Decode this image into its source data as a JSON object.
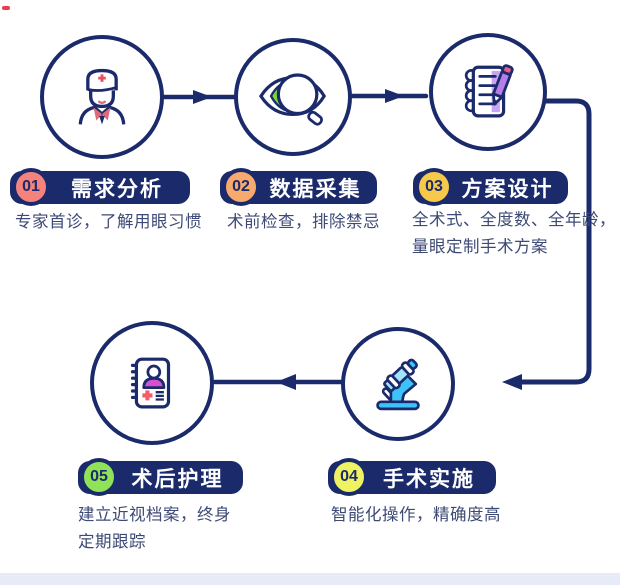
{
  "colors": {
    "navy": "#1b2a6b",
    "description_text": "#3e4a76",
    "footer_strip": "#e7ebf8",
    "icon_red": "#e8505b",
    "icon_salmon": "#e06a78",
    "icon_green": "#7ed63e",
    "icon_purple": "#b57ee8",
    "icon_purple_light": "#c9a4f5",
    "icon_cyan": "#3cc3f7",
    "icon_cyan_light": "#9fe4fc",
    "icon_magenta": "#d94fd0"
  },
  "steps": [
    {
      "number": "01",
      "title": "需求分析",
      "badge_color": "#f5837d",
      "icon": "doctor-icon",
      "desc_lines": [
        "专家首诊，了解用眼习惯"
      ]
    },
    {
      "number": "02",
      "title": "数据采集",
      "badge_color": "#f7a96e",
      "icon": "eye-magnifier-icon",
      "desc_lines": [
        "术前检查，排除禁忌"
      ]
    },
    {
      "number": "03",
      "title": "方案设计",
      "badge_color": "#f6c94a",
      "icon": "notebook-pencil-icon",
      "desc_lines": [
        "全术式、全度数、全年龄，",
        "量眼定制手术方案"
      ]
    },
    {
      "number": "04",
      "title": "手术实施",
      "badge_color": "#eff261",
      "icon": "microscope-icon",
      "desc_lines": [
        "智能化操作，精确度高"
      ]
    },
    {
      "number": "05",
      "title": "术后护理",
      "badge_color": "#90e258",
      "icon": "record-book-icon",
      "desc_lines": [
        "建立近视档案，终身",
        "定期跟踪"
      ]
    }
  ]
}
